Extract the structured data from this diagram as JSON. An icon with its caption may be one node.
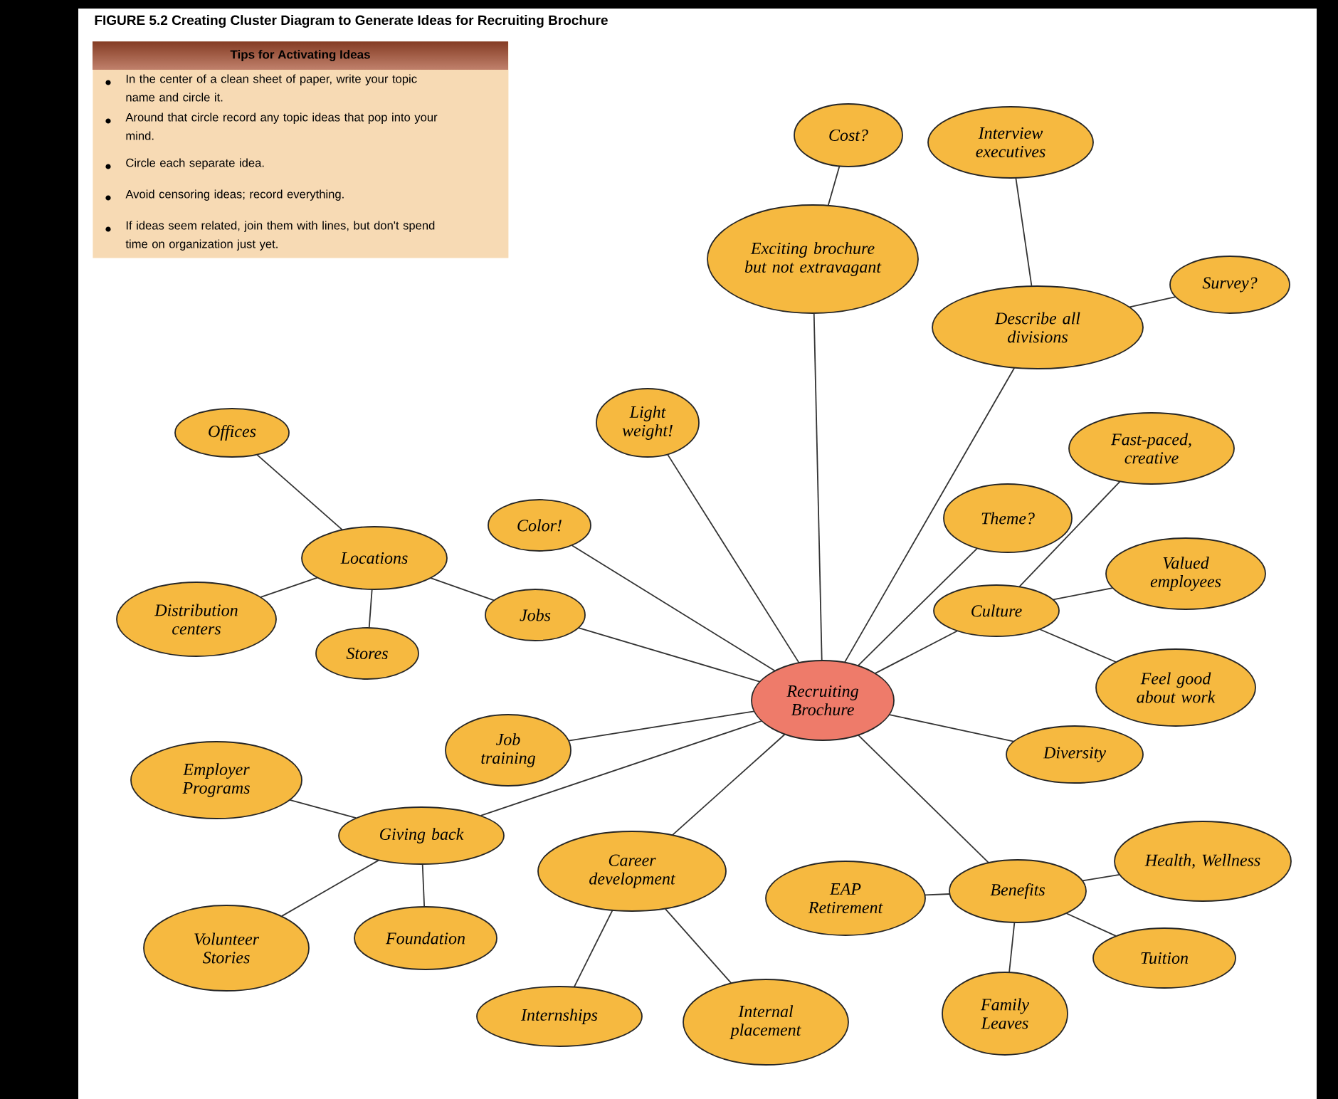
{
  "diagram": {
    "title": "**FIGURE 5.2** Creating Cluster Diagram to Generate Ideas for Recruiting Brochure",
    "nodes": [
      {
        "text": [
          "Tips for Activating Ideas",
          "In the center of a clean sheet of paper, write your topic name and circle it.",
          "Around that circle record any topic ideas that pop into your mind.",
          "Circle each separate idea.",
          "Avoid censoring ideas; record everything.",
          "If ideas seem related, join them with lines, but don't spend time on organization just yet."
        ]
      },
      {
        "text": [
          "Recruiting Brochure"
        ]
      },
      {
        "text": [
          "Cost?"
        ]
      },
      {
        "text": [
          "Interview executives"
        ]
      },
      {
        "text": [
          "Exciting brochure but not extravagant"
        ]
      },
      {
        "text": [
          "Describe all divisions"
        ]
      },
      {
        "text": [
          "Survey?"
        ]
      },
      {
        "text": [
          "Light weight!"
        ]
      },
      {
        "text": [
          "Offices"
        ]
      },
      {
        "text": [
          "Fast-paced, creative"
        ]
      },
      {
        "text": [
          "Color!"
        ]
      },
      {
        "text": [
          "Theme?"
        ]
      },
      {
        "text": [
          "Locations"
        ]
      },
      {
        "text": [
          "Valued employees"
        ]
      },
      {
        "text": [
          "Distribution centers"
        ]
      },
      {
        "text": [
          "Jobs"
        ]
      },
      {
        "text": [
          "Culture"
        ]
      },
      {
        "text": [
          "Stores"
        ]
      },
      {
        "text": [
          "Feel good about work"
        ]
      },
      {
        "text": [
          "Job training"
        ]
      },
      {
        "text": [
          "Diversity"
        ]
      },
      {
        "text": [
          "Employer Programs"
        ]
      },
      {
        "text": [
          "Giving back"
        ]
      },
      {
        "text": [
          "Career development"
        ]
      },
      {
        "text": [
          "Health, Wellness"
        ]
      },
      {
        "text": [
          "EAP Retirement"
        ]
      },
      {
        "text": [
          "Benefits"
        ]
      },
      {
        "text": [
          "Volunteer Stories"
        ]
      },
      {
        "text": [
          "Foundation"
        ]
      },
      {
        "text": [
          "Tuition"
        ]
      },
      {
        "text": [
          "Internships"
        ]
      },
      {
        "text": [
          "Internal placement"
        ]
      },
      {
        "text": [
          "Family Leaves"
        ]
      }
    ],
    "edges": [
      {
        "from": 2,
        "to": 4,
        "arrow": "none"
      },
      {
        "from": 3,
        "to": 5,
        "arrow": "none"
      },
      {
        "from": 5,
        "to": 6,
        "arrow": "none"
      },
      {
        "from": 4,
        "to": 1,
        "arrow": "none"
      },
      {
        "from": 5,
        "to": 1,
        "arrow": "none"
      },
      {
        "from": 7,
        "to": 1,
        "arrow": "none"
      },
      {
        "from": 10,
        "to": 1,
        "arrow": "none"
      },
      {
        "from": 15,
        "to": 1,
        "arrow": "none"
      },
      {
        "from": 11,
        "to": 1,
        "arrow": "none"
      },
      {
        "from": 16,
        "to": 1,
        "arrow": "none"
      },
      {
        "from": 8,
        "to": 12,
        "arrow": "none"
      },
      {
        "from": 12,
        "to": 14,
        "arrow": "none"
      },
      {
        "from": 12,
        "to": 17,
        "arrow": "none"
      },
      {
        "from": 12,
        "to": 15,
        "arrow": "none"
      },
      {
        "from": 16,
        "to": 9,
        "arrow": "none"
      },
      {
        "from": 16,
        "to": 13,
        "arrow": "none"
      },
      {
        "from": 16,
        "to": 18,
        "arrow": "none"
      },
      {
        "from": 19,
        "to": 1,
        "arrow": "none"
      },
      {
        "from": 22,
        "to": 1,
        "arrow": "none"
      },
      {
        "from": 23,
        "to": 1,
        "arrow": "none"
      },
      {
        "from": 20,
        "to": 1,
        "arrow": "none"
      },
      {
        "from": 26,
        "to": 1,
        "arrow": "none"
      },
      {
        "from": 21,
        "to": 22,
        "arrow": "none"
      },
      {
        "from": 22,
        "to": 27,
        "arrow": "none"
      },
      {
        "from": 22,
        "to": 28,
        "arrow": "none"
      },
      {
        "from": 23,
        "to": 30,
        "arrow": "none"
      },
      {
        "from": 23,
        "to": 31,
        "arrow": "none"
      },
      {
        "from": 26,
        "to": 25,
        "arrow": "none"
      },
      {
        "from": 26,
        "to": 24,
        "arrow": "none"
      },
      {
        "from": 26,
        "to": 29,
        "arrow": "none"
      },
      {
        "from": 26,
        "to": 32,
        "arrow": "none"
      }
    ]
  }
}
